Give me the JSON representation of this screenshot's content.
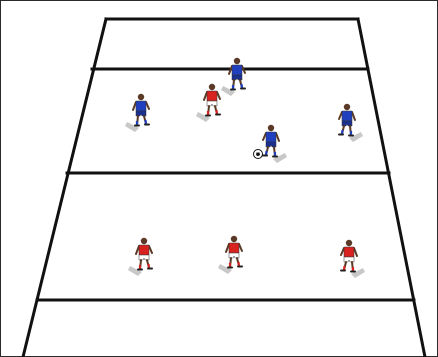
{
  "diagram": {
    "type": "soccer-drill-field",
    "zones": 4,
    "colors": {
      "field_lines": "#111111",
      "background": "#ffffff",
      "team_red": "#d8221f",
      "team_blue": "#1f3fbf",
      "shorts_red": "#ffffff",
      "shorts_blue": "#1a2f8f",
      "skin": "#5a3a26",
      "ball": "#ffffff"
    },
    "players": [
      {
        "id": "blue-1",
        "team": "blue",
        "zone": 1,
        "has_ball": false
      },
      {
        "id": "blue-2",
        "team": "blue",
        "zone": 2,
        "has_ball": false
      },
      {
        "id": "red-1",
        "team": "red",
        "zone": 2,
        "has_ball": false
      },
      {
        "id": "blue-3",
        "team": "blue",
        "zone": 2,
        "has_ball": true
      },
      {
        "id": "blue-4",
        "team": "blue",
        "zone": 2,
        "has_ball": false
      },
      {
        "id": "red-2",
        "team": "red",
        "zone": 3,
        "has_ball": false
      },
      {
        "id": "red-3",
        "team": "red",
        "zone": 3,
        "has_ball": false
      },
      {
        "id": "red-4",
        "team": "red",
        "zone": 3,
        "has_ball": false
      }
    ],
    "ball_icon": "soccer-ball-icon"
  }
}
